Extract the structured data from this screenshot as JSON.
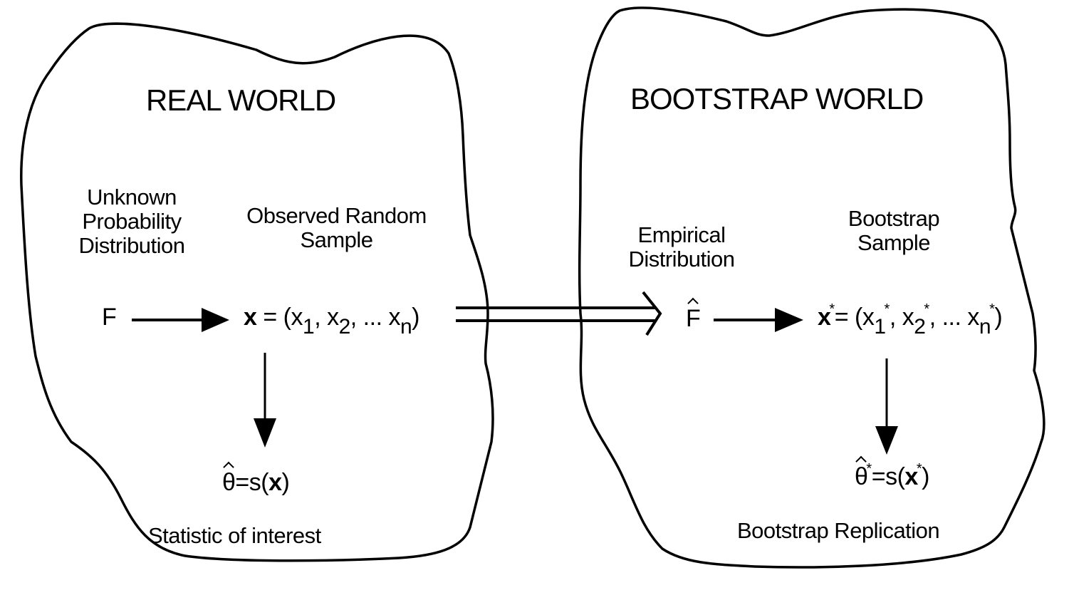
{
  "real_world": {
    "title": "REAL WORLD",
    "unknown_label_1": "Unknown",
    "unknown_label_2": "Probability",
    "unknown_label_3": "Distribution",
    "sample_label_1": "Observed Random",
    "sample_label_2": "Sample",
    "dist_symbol": "F",
    "sample_vector": "x",
    "equals": " = (",
    "x1": "x",
    "sub1": "1",
    "x2": ", x",
    "sub2": "2",
    "xn": ", ... x",
    "subn": "n",
    "close": ")",
    "theta": "θ",
    "stat_expr": "=s(",
    "stat_arg": "x",
    "stat_close": ")",
    "stat_caption": "Statistic of interest"
  },
  "bootstrap_world": {
    "title": "BOOTSTRAP WORLD",
    "empirical_label_1": "Empirical",
    "empirical_label_2": "Distribution",
    "sample_label_1": "Bootstrap",
    "sample_label_2": "Sample",
    "dist_symbol": "F",
    "sample_vector": "x",
    "star": "*",
    "equals": "= (",
    "x1": "x",
    "sub1": "1",
    "x2": ", x",
    "sub2": "2",
    "xn": ", ... x",
    "subn": "n",
    "close": ")",
    "theta": "θ",
    "stat_expr": "=s(",
    "stat_arg": "x",
    "stat_close": ")",
    "stat_caption": "Bootstrap Replication"
  }
}
